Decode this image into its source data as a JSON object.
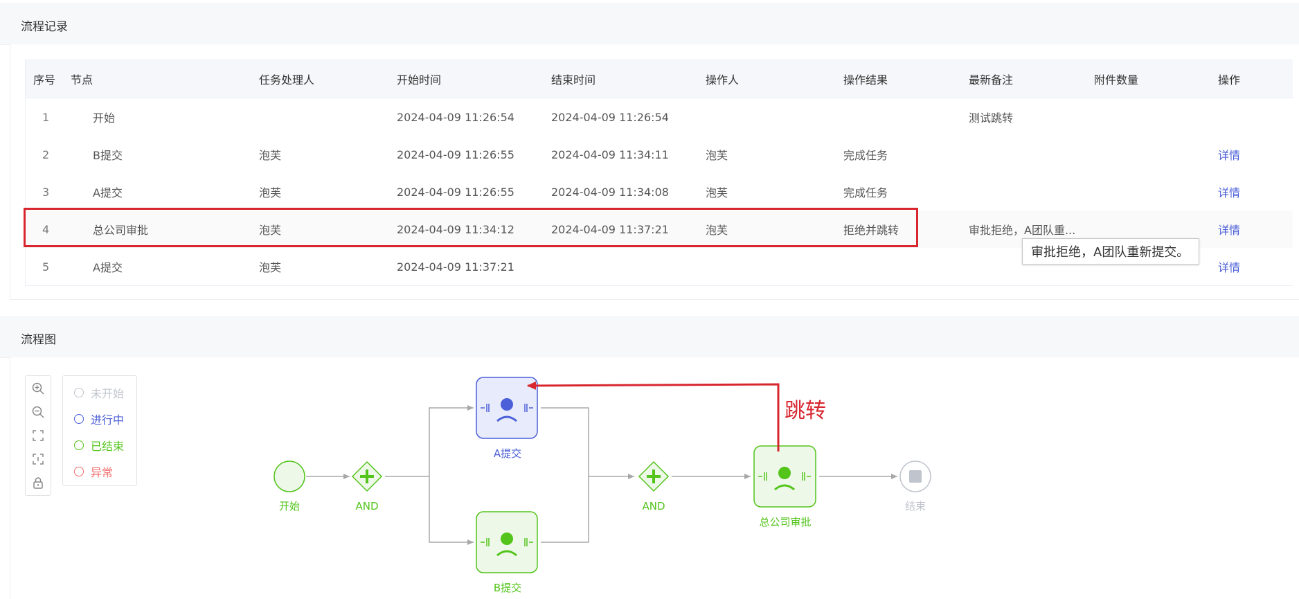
{
  "records": {
    "title": "流程记录",
    "columns": [
      "序号",
      "节点",
      "任务处理人",
      "开始时间",
      "结束时间",
      "操作人",
      "操作结果",
      "最新备注",
      "附件数量",
      "操作"
    ],
    "rows": [
      {
        "index": "1",
        "node": "开始",
        "handler": "",
        "start": "2024-04-09 11:26:54",
        "end": "2024-04-09 11:26:54",
        "operator": "",
        "result": "",
        "remark": "测试跳转",
        "attachments": "",
        "action": ""
      },
      {
        "index": "2",
        "node": "B提交",
        "handler": "泡芙",
        "start": "2024-04-09 11:26:55",
        "end": "2024-04-09 11:34:11",
        "operator": "泡芙",
        "result": "完成任务",
        "remark": "",
        "attachments": "",
        "action": "详情"
      },
      {
        "index": "3",
        "node": "A提交",
        "handler": "泡芙",
        "start": "2024-04-09 11:26:55",
        "end": "2024-04-09 11:34:08",
        "operator": "泡芙",
        "result": "完成任务",
        "remark": "",
        "attachments": "",
        "action": "详情"
      },
      {
        "index": "4",
        "node": "总公司审批",
        "handler": "泡芙",
        "start": "2024-04-09 11:34:12",
        "end": "2024-04-09 11:37:21",
        "operator": "泡芙",
        "result": "拒绝并跳转",
        "remark": "审批拒绝，A团队重...",
        "attachments": "",
        "action": "详情"
      },
      {
        "index": "5",
        "node": "A提交",
        "handler": "泡芙",
        "start": "2024-04-09 11:37:21",
        "end": "",
        "operator": "",
        "result": "",
        "remark": "",
        "attachments": "",
        "action": "详情"
      }
    ],
    "tooltip": "审批拒绝，A团队重新提交。"
  },
  "flow": {
    "title": "流程图",
    "legend": [
      {
        "label": "未开始",
        "color": "#c0c4cc"
      },
      {
        "label": "进行中",
        "color": "#4b5fd8"
      },
      {
        "label": "已结束",
        "color": "#52c41a"
      },
      {
        "label": "异常",
        "color": "#f56c6c"
      }
    ],
    "toolbar_icons": [
      "zoom-in-icon",
      "zoom-out-icon",
      "fit-screen-icon",
      "actual-size-icon",
      "lock-icon"
    ],
    "nodes": {
      "start": "开始",
      "gateway1": "AND",
      "a_submit": "A提交",
      "b_submit": "B提交",
      "gateway2": "AND",
      "hq_approval": "总公司审批",
      "end": "结束"
    },
    "jump_annotation": "跳转"
  },
  "colors": {
    "finished": "#52c41a",
    "in_progress": "#4b5fd8",
    "not_started": "#c0c4cc",
    "annotation": "#d8262f",
    "link": "#4b5fd8"
  }
}
